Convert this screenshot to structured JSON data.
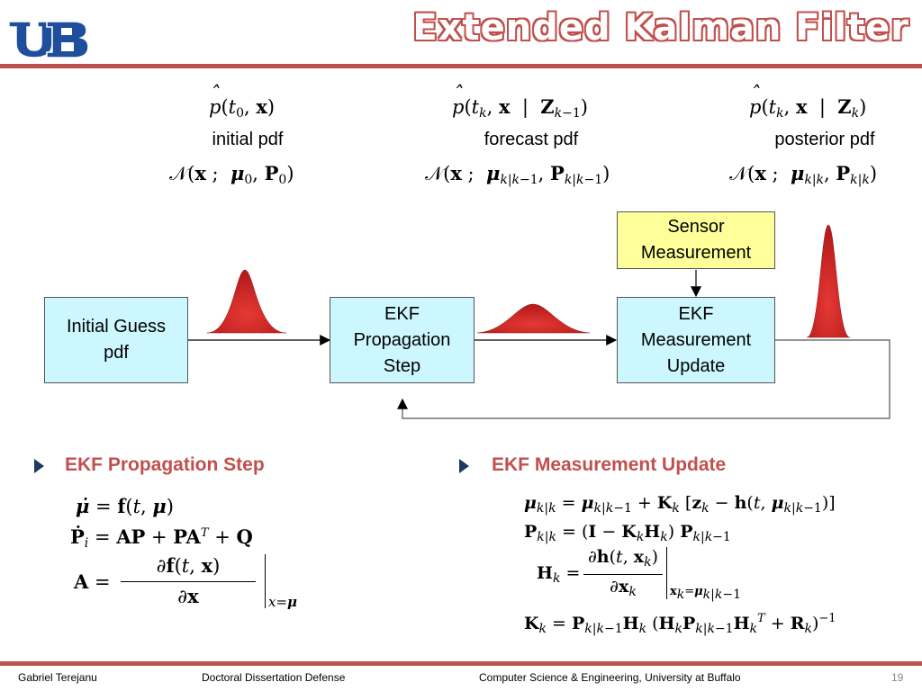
{
  "header": {
    "title": "Extended Kalman Filter",
    "logo_text": "UB",
    "accent_color": "#c0504d",
    "logo_color": "#1f4e9c"
  },
  "pdfs": [
    {
      "symbol": "p̂(t0, x)",
      "label": "initial pdf",
      "dist": "𝒩(x ; μ0, P0)"
    },
    {
      "symbol": "p̂(tk, x | Zk−1)",
      "label": "forecast pdf",
      "dist": "𝒩(x ; μk|k−1, Pk|k−1)"
    },
    {
      "symbol": "p̂(tk, x | Zk)",
      "label": "posterior pdf",
      "dist": "𝒩(x ; μk|k, Pk|k)"
    }
  ],
  "diagram": {
    "initial_guess": [
      "Initial Guess",
      "pdf"
    ],
    "propagation": [
      "EKF",
      "Propagation",
      "Step"
    ],
    "measurement_update": [
      "EKF",
      "Measurement",
      "Update"
    ],
    "sensor": [
      "Sensor",
      "Measurement"
    ],
    "box_color": "#ccf7ff",
    "sensor_color": "#ffff99",
    "pdf_color": "#d32f2f"
  },
  "sections": {
    "propagation_title": "EKF Propagation Step",
    "measurement_title": "EKF Measurement Update",
    "propagation_equations": [
      "μ̇ = f(t, μ)",
      "Ṗi = AP + PAT + Q",
      "A = ∂f(t, x)/∂x |x=μ"
    ],
    "measurement_equations": [
      "μk|k = μk|k−1 + Kk [zk − h(t, μk|k−1)]",
      "Pk|k = (I − KkHk) Pk|k−1",
      "Hk = ∂h(t, xk)/∂xk |xk=μk|k−1",
      "Kk = Pk|k−1Hk (HkPk|k−1HkT + Rk)−1"
    ]
  },
  "footer": {
    "author": "Gabriel Terejanu",
    "event": "Doctoral Dissertation Defense",
    "affiliation": "Computer Science & Engineering, University at Buffalo",
    "page": "19"
  }
}
